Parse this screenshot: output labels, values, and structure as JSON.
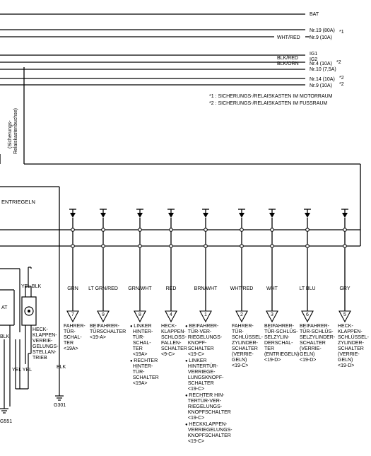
{
  "top_bus": {
    "bat": "BAT",
    "fuse1": "Nr.19 (80A)",
    "fuse2": "Nr.9 (10A)",
    "star1": "*1",
    "wht_red": "WHT/RED",
    "ig1": "IG1",
    "ig2": "IG2",
    "blk_red": "BLK/RED",
    "blk_orn": "BLK/ORN",
    "fuse3": "Nr.4 (10A)",
    "fuse4": "Nr.10 (7,5A)",
    "star2a": "*2",
    "fuse5": "Nr.14 (10A)",
    "fuse6": "Nr.9 (10A)",
    "star2b": "*2",
    "star2c": "*2"
  },
  "notes": {
    "note1": "*1 : SICHERUNGS-/RELAISKASTEN IM MOTORRAUM",
    "note2": "*2 : SICHERUNGS-/RELAISKASTEN IM FUSSRAUM"
  },
  "side_label": {
    "line1": "(Sicherungs-",
    "line2": "Relaiskastenbuchse)"
  },
  "module_label": "ENTRIEGELN",
  "left_parts": {
    "at": "AT",
    "yel_blk": "YEL BLK",
    "blk": "BLK",
    "actuator": "HECK-\nKLAPPEN-\nVERRIE-\nGELUNGS-\nSTELLAN-\nTRIEB",
    "yel_yel": "YEL YEL",
    "blk_ground": "BLK",
    "g301": "G301",
    "g551": "G551"
  },
  "wires": [
    {
      "color": "GRN",
      "conn": "7",
      "label": "FAHRER-\nTÜR-\nSCHAL-\nTER\n<19A>"
    },
    {
      "color": "LT GRN/RED",
      "conn": "9",
      "label": "BEIFAHRER-\nTÜRSCHALTER\n<19-A>"
    },
    {
      "color": "GRN/WHT",
      "conn": "8",
      "label": ""
    },
    {
      "color": "RED",
      "conn": "4",
      "label": "HECK-\nKLAPPEN-\nSCHLOSS-\nFALLEN-\nSCHALTER\n<9-C>"
    },
    {
      "color": "BRN/WHT",
      "conn": "1",
      "label": ""
    },
    {
      "color": "WHT/RED",
      "conn": "2",
      "label": "FAHRER-\nTÜR-\nSCHLÜSSEL-\nZYLINDER-\nSCHALTER\n(VERRIE-\nGELN)\n<19-C>"
    },
    {
      "color": "WHT",
      "conn": "3",
      "label": "BEIFAHRER-\nTÜR-SCHLÜS-\nSELZYLIN-\nDERSCHAL-\nTER\n(ENTRIEGELN)\n<19-D>"
    },
    {
      "color": "LT BLU",
      "conn": "6",
      "label": "BEIFAHRER-\nTÜR-SCHLÜS-\nSELZYLINDER-\nSCHALTER\n(VERRIE-\nGELN)\n<19-D>"
    },
    {
      "color": "GRY",
      "conn": "5",
      "label": "HECK-\nKLAPPEN-\nSCHLÜSSEL-\nZYLINDER-\nSCHALTER\n(VERRIE-\nGELN)\n<19-D>"
    }
  ],
  "bullet_lists": {
    "grn_wht": [
      "LINKER\nHINTER-\nTÜR-\nSCHAL-\nTER\n<19A>",
      "RECHTER\nHINTER-\nTÜR-\nSCHALTER\n<19A>"
    ],
    "brn_wht": [
      "BEIFAHRER-\nTÜR-VER-\nRIEGELUNGS-\nKNOPF-\nSCHALTER\n<19-C>",
      "LINKER\nHINTERTÜR-\nVERRIEGE-\nLUNGSKNOPF-\nSCHALTER\n<19-C>",
      "RECHTER HIN-\nTERTÜR-VER-\nRIEGELUNGS-\nKNOPFSCHALTER\n<19-C>",
      "HECKKLAPPEN-\nVERRIEGELUNGS-\nKNOPFSCHALTER\n<19-C>"
    ]
  }
}
